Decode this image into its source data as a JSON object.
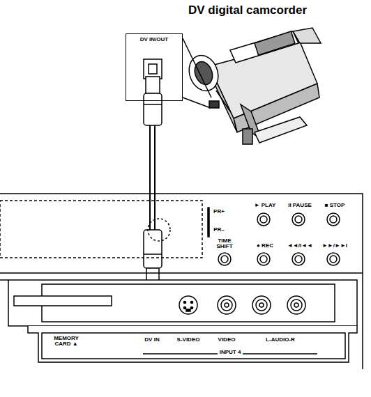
{
  "diagram": {
    "title": "DV digital camcorder",
    "nodes": [
      {
        "text": [
          "DV IN/OUT"
        ]
      }
    ],
    "labels": [
      "PR+",
      "PR–",
      "► PLAY",
      "II PAUSE",
      "■ STOP",
      "TIME SHIFT",
      "● REC",
      "◄◄/I◄◄",
      "►►/►►I",
      "MEMORY CARD ▲",
      "DV IN",
      "S-VIDEO",
      "VIDEO",
      "L-AUDIO-R",
      "INPUT 4"
    ]
  }
}
